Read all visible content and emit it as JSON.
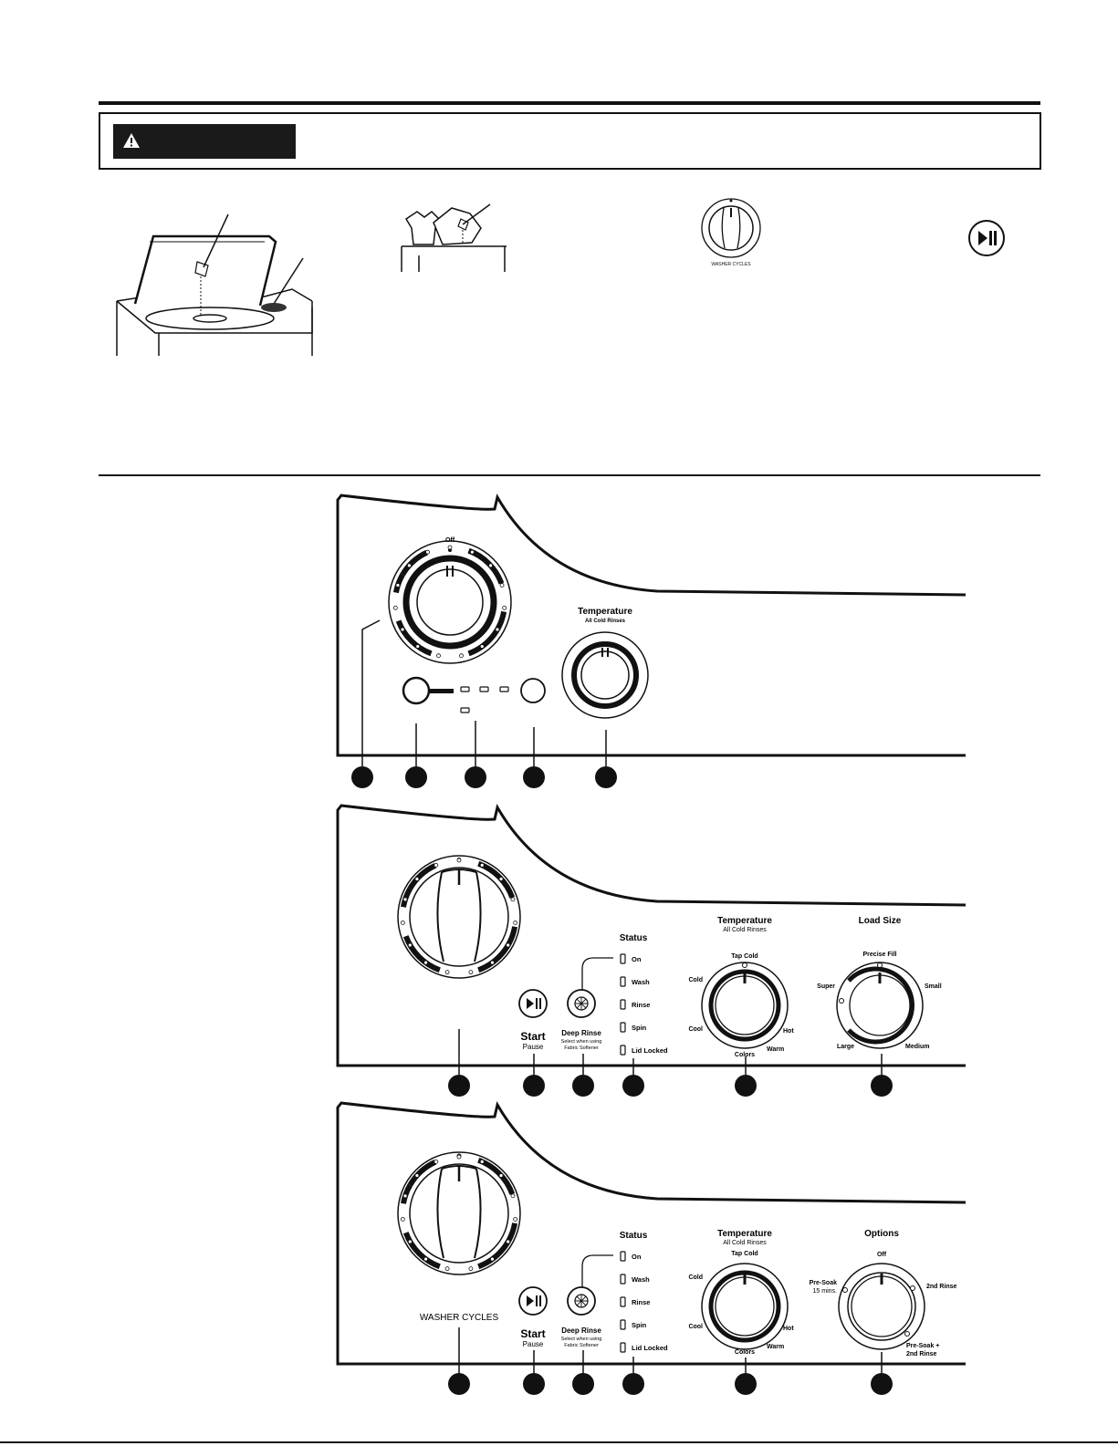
{
  "warning": {
    "icon": "warning-triangle-icon"
  },
  "illustrations": {
    "washer_open_lid": "washer-open-lid-icon",
    "load_clothes": "load-clothes-icon",
    "cycle_knob": "cycle-knob-icon",
    "play_pause": "play-pause-icon",
    "cycle_knob_label": "WASHER CYCLES"
  },
  "panel1": {
    "off_label": "Off",
    "temp_title": "Temperature",
    "temp_sub": "All Cold Rinses"
  },
  "panel2": {
    "status_title": "Status",
    "status_items": [
      "On",
      "Wash",
      "Rinse",
      "Spin",
      "Lid Locked"
    ],
    "start_label": "Start",
    "pause_label": "Pause",
    "deep_rinse_label": "Deep Rinse",
    "deep_rinse_sub1": "Select when using",
    "deep_rinse_sub2": "Fabric Softener",
    "temp_title": "Temperature",
    "temp_sub": "All Cold Rinses",
    "temp_options": [
      "Tap Cold",
      "Cold",
      "Cool",
      "Colors",
      "Warm",
      "Hot"
    ],
    "load_title": "Load Size",
    "load_options": [
      "Precise Fill",
      "Super",
      "Small",
      "Large",
      "Medium"
    ]
  },
  "panel3": {
    "cycles_label": "WASHER CYCLES",
    "status_title": "Status",
    "status_items": [
      "On",
      "Wash",
      "Rinse",
      "Spin",
      "Lid Locked"
    ],
    "start_label": "Start",
    "pause_label": "Pause",
    "deep_rinse_label": "Deep Rinse",
    "deep_rinse_sub1": "Select when using",
    "deep_rinse_sub2": "Fabric Softener",
    "temp_title": "Temperature",
    "temp_sub": "All Cold Rinses",
    "temp_options": [
      "Tap Cold",
      "Cold",
      "Cool",
      "Colors",
      "Warm",
      "Hot"
    ],
    "options_title": "Options",
    "options_items": [
      "Off",
      "Pre-Soak",
      "15 mins.",
      "2nd Rinse",
      "Pre-Soak +",
      "2nd Rinse"
    ]
  }
}
